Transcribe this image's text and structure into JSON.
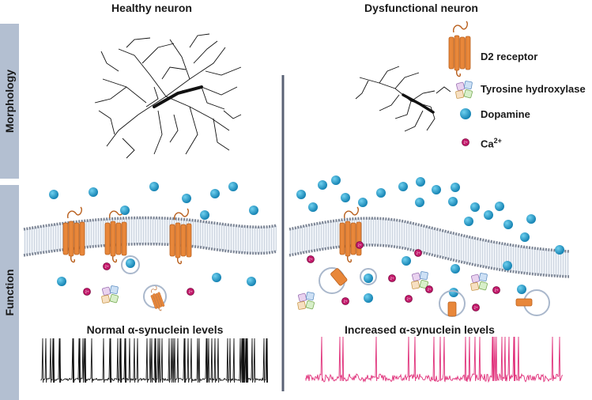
{
  "columns": {
    "healthy_title": "Healthy neuron",
    "dysfunctional_title": "Dysfunctional neuron"
  },
  "row_labels": {
    "morphology": "Morphology",
    "function": "Function"
  },
  "legend": {
    "d2_receptor": "D2 receptor",
    "tyrosine_hydroxylase": "Tyrosine hydroxylase",
    "dopamine": "Dopamine",
    "calcium": "Ca",
    "calcium_sup": "2+"
  },
  "traces": {
    "healthy_label": "Normal α-synuclein levels",
    "dysfunctional_label": "Increased α-synuclein levels"
  },
  "colors": {
    "receptor": "#e8873a",
    "receptor_dark": "#b9601e",
    "dopamine": "#1fa3cf",
    "calcium": "#c3186a",
    "membrane": "#7b8494",
    "membrane_fill": "#dfe6ef",
    "side_panel": "#b3bfd1",
    "healthy_trace": "#111111",
    "dysfunctional_trace": "#e0307a",
    "divider": "#5a6275"
  }
}
